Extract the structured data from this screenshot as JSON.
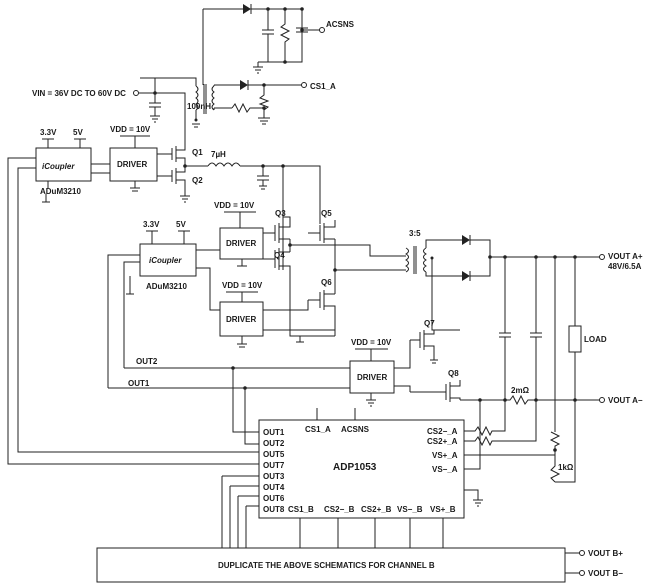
{
  "labels": {
    "vin": "VIN = 36V DC TO 60V DC",
    "acsns": "ACSNS",
    "cs1_a": "CS1_A",
    "inductor_100nh": "100nH",
    "inductor_7uh": "7µH",
    "v33_top": "3.3V",
    "v5_top": "5V",
    "v33_mid": "3.3V",
    "v5_mid": "5V",
    "vdd_driver1": "VDD = 10V",
    "vdd_driver2": "VDD = 10V",
    "vdd_driver3": "VDD = 10V",
    "vdd_driver4": "VDD = 10V",
    "q1": "Q1",
    "q2": "Q2",
    "q3": "Q3",
    "q4": "Q4",
    "q5": "Q5",
    "q6": "Q6",
    "q7": "Q7",
    "q8": "Q8",
    "ratio": "3:5",
    "vout_a_plus": "VOUT A+",
    "vout_a_spec": "48V/6.5A",
    "vout_a_minus": "VOUT A−",
    "load": "LOAD",
    "r_2mohm": "2mΩ",
    "r_1kohm": "1kΩ",
    "out1": "OUT1",
    "out2": "OUT2",
    "vout_b_plus": "VOUT B+",
    "vout_b_minus": "VOUT B−"
  },
  "blocks": {
    "icoupler_top": "iCoupler",
    "adum_top": "ADuM3210",
    "driver_1": "DRIVER",
    "icoupler_mid": "iCoupler",
    "adum_mid": "ADuM3210",
    "driver_2": "DRIVER",
    "driver_3": "DRIVER",
    "driver_4": "DRIVER",
    "adp1053": "ADP1053",
    "duplicate": "DUPLICATE THE ABOVE SCHEMATICS FOR CHANNEL B"
  },
  "adp1053_pins": {
    "left": [
      "OUT1",
      "OUT2",
      "OUT5",
      "OUT7",
      "OUT3",
      "OUT4",
      "OUT6",
      "OUT8"
    ],
    "top": [
      "CS1_A",
      "ACSNS"
    ],
    "right": [
      "CS2−_A",
      "CS2+_A",
      "VS+_A",
      "VS−_A"
    ],
    "bottom": [
      "CS1_B",
      "CS2−_B",
      "CS2+_B",
      "VS−_B",
      "VS+_B"
    ]
  }
}
